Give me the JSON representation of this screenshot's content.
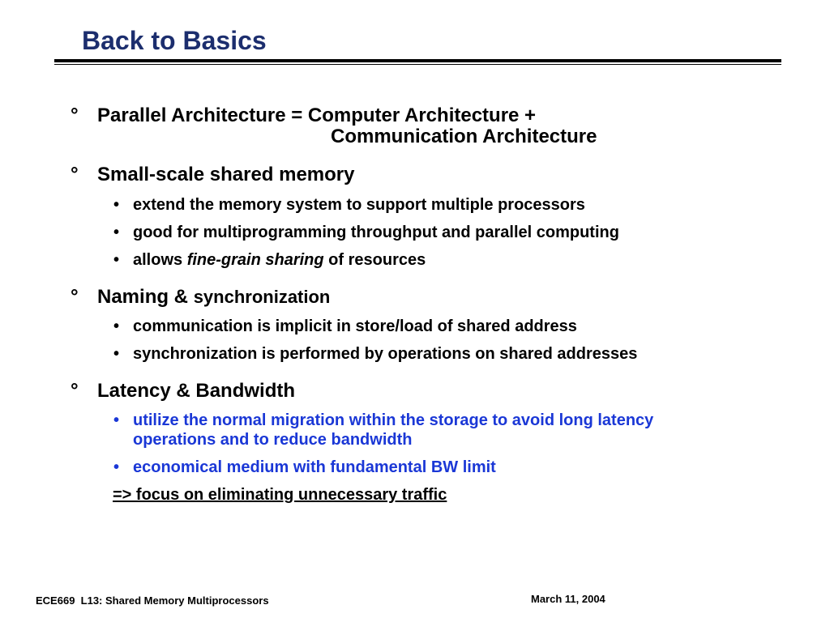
{
  "title": "Back to Basics",
  "bullet_marker": "°",
  "sub_marker": "•",
  "colors": {
    "title": "#1c2e6e",
    "highlight": "#1a37d6"
  },
  "items": [
    {
      "line1": "Parallel Architecture = Computer Architecture +",
      "line2": "Communication Architecture"
    },
    {
      "text": "Small-scale shared memory",
      "subs": [
        "extend the memory system to support multiple processors",
        "good for multiprogramming throughput and parallel computing"
      ],
      "allows": {
        "before": "allows ",
        "emphasis": "fine-grain sharing",
        "after": " of resources"
      }
    },
    {
      "text_main": "Naming & ",
      "text_small": "synchronization",
      "subs": [
        "communication is implicit in store/load of shared address",
        "synchronization is performed by operations on shared addresses"
      ]
    },
    {
      "text": "Latency & Bandwidth",
      "subs": [
        {
          "line1": "utilize the normal migration within the storage to avoid long latency",
          "line2": "operations and to reduce bandwidth"
        },
        "economical medium with fundamental BW limit"
      ],
      "conclusion": "=> focus on eliminating unnecessary traffic"
    }
  ],
  "footer": {
    "left": "ECE669  L13: Shared Memory Multiprocessors",
    "right": "March 11, 2004"
  }
}
